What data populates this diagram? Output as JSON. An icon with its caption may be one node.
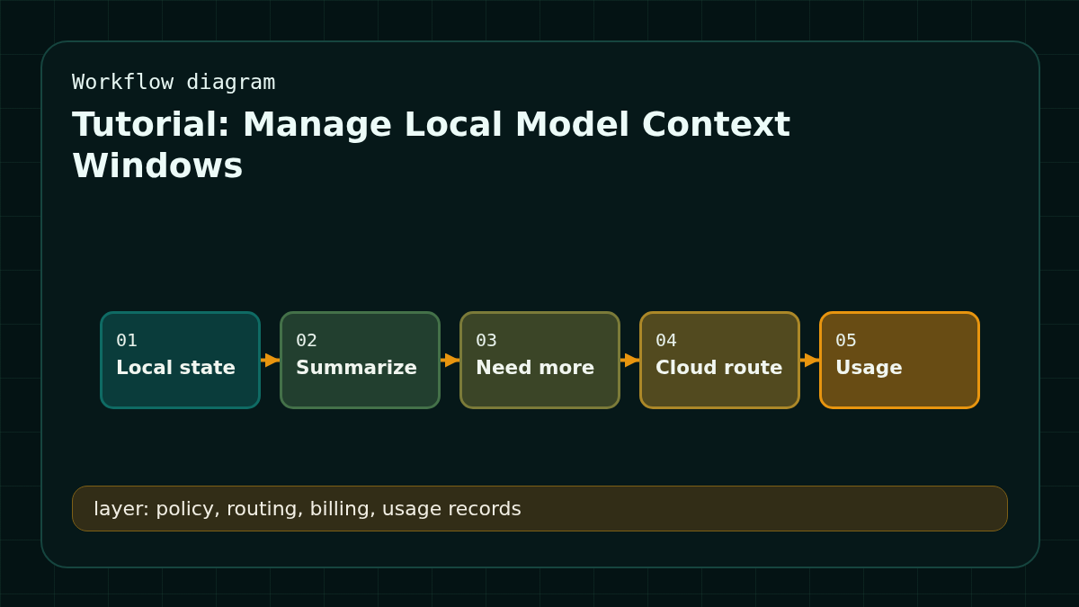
{
  "diagram": {
    "title": "Tutorial: Manage Local Model Context Windows",
    "nodes": [
      {
        "text": [
          "01",
          "Local state"
        ]
      },
      {
        "text": [
          "02",
          "Summarize"
        ]
      },
      {
        "text": [
          "03",
          "Need more"
        ]
      },
      {
        "text": [
          "04",
          "Cloud route"
        ]
      },
      {
        "text": [
          "05",
          "Usage"
        ]
      },
      {
        "text": [
          "layer: policy, routing, billing, usage records"
        ]
      }
    ],
    "edges": [
      {
        "from": 0,
        "to": 1,
        "arrow": "to"
      },
      {
        "from": 1,
        "to": 2,
        "arrow": "to"
      },
      {
        "from": 2,
        "to": 3,
        "arrow": "to"
      },
      {
        "from": 3,
        "to": 4,
        "arrow": "to"
      }
    ],
    "labels": [
      "Workflow diagram"
    ]
  }
}
